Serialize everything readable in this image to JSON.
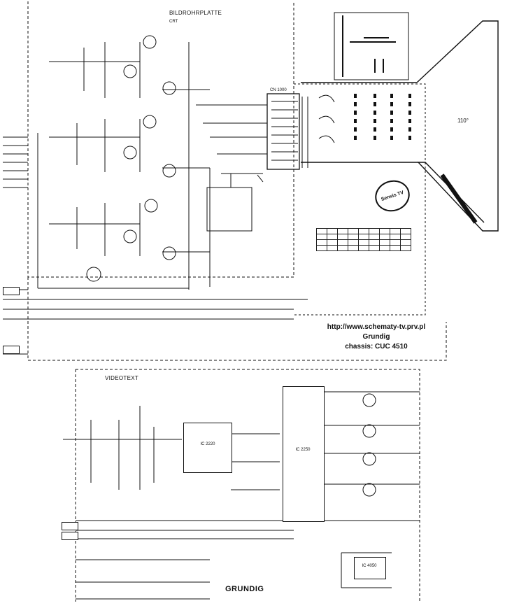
{
  "board": {
    "title": "BILDROHRPLATTE",
    "picture_tube": "CRT",
    "deflection_angle": "110°",
    "connector": "CN 1000"
  },
  "footer": {
    "url": "http://www.schematy-tv.prv.pl",
    "brand": "Grundig",
    "chassis": "chassis: CUC 4510"
  },
  "video": {
    "title": "VIDEOTEXT",
    "ic_left_name": "IC 2220",
    "ic_right_name": "IC 2250",
    "ic_small_name": "IC 4050"
  },
  "bottom_brand": "GRUNDIG",
  "stamp_text": "Serwis TV",
  "colors": {
    "ink": "#111111",
    "paper": "#ffffff"
  }
}
